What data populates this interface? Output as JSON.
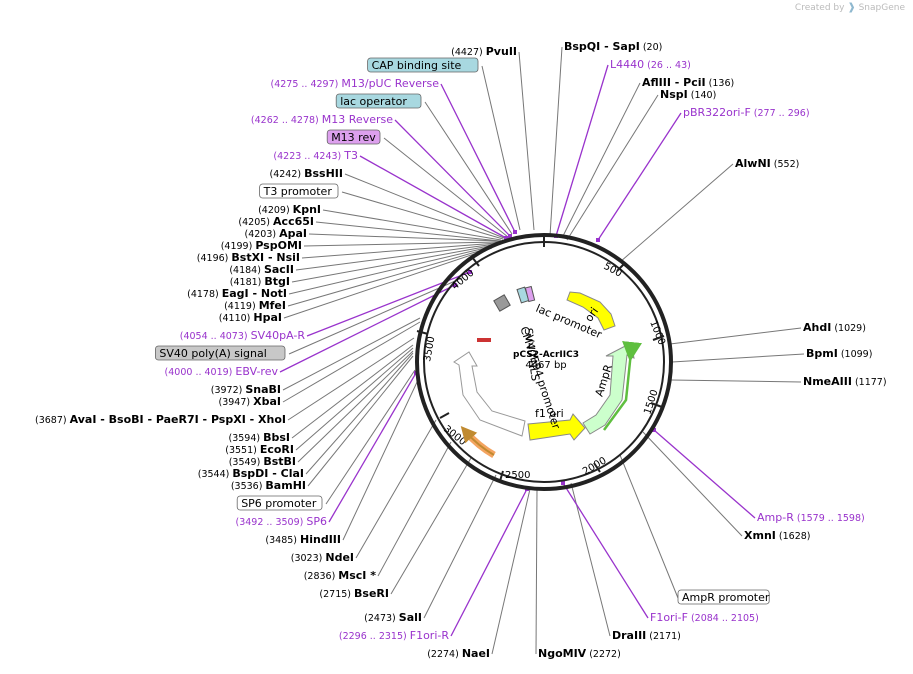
{
  "brand": {
    "created_by": "Created by",
    "app": "SnapGene"
  },
  "plasmid": {
    "name": "pCS2-AcrIIC3",
    "length": "4467 bp"
  },
  "colors": {
    "backbone": "#222222",
    "site_line": "#777777",
    "primer": "#9933cc",
    "ori": "#ffff00",
    "ampr": "#ccffcc",
    "promoter_fill": "#ffffff",
    "cap_box": "#a8d8e0",
    "lac_op_box": "#a8d8e0",
    "m13rev_box": "#dda0ee",
    "polyA_box": "#c8c8c8",
    "orange": "#f4a460"
  },
  "ticks": [
    "500",
    "1000",
    "1500",
    "2000",
    "2500",
    "3000",
    "3500",
    "4000"
  ],
  "features_inner": [
    {
      "label": "lac promoter"
    },
    {
      "label": "ori"
    },
    {
      "label": "AmpR"
    },
    {
      "label": "f1 ori"
    },
    {
      "label": "CMV IE94 promoter"
    },
    {
      "label": "SV40 NLS"
    }
  ],
  "labels": [
    {
      "kind": "site",
      "name": "PvuII",
      "pos": "(4427)"
    },
    {
      "kind": "box-cap",
      "name": "CAP binding site"
    },
    {
      "kind": "primer",
      "name": "M13/pUC Reverse",
      "pos": "(4275 .. 4297)"
    },
    {
      "kind": "box-lac",
      "name": "lac operator"
    },
    {
      "kind": "primer",
      "name": "M13 Reverse",
      "pos": "(4262 .. 4278)"
    },
    {
      "kind": "box-m13",
      "name": "M13 rev"
    },
    {
      "kind": "primer",
      "name": "T3",
      "pos": "(4223 .. 4243)"
    },
    {
      "kind": "site",
      "name": "BssHII",
      "pos": "(4242)"
    },
    {
      "kind": "box-white",
      "name": "T3 promoter"
    },
    {
      "kind": "site",
      "name": "KpnI",
      "pos": "(4209)"
    },
    {
      "kind": "site",
      "name": "Acc65I",
      "pos": "(4205)"
    },
    {
      "kind": "site",
      "name": "ApaI",
      "pos": "(4203)"
    },
    {
      "kind": "site",
      "name": "PspOMI",
      "pos": "(4199)"
    },
    {
      "kind": "site",
      "name": "BstXI - NsiI",
      "pos": "(4196)"
    },
    {
      "kind": "site",
      "name": "SacII",
      "pos": "(4184)"
    },
    {
      "kind": "site",
      "name": "BtgI",
      "pos": "(4181)"
    },
    {
      "kind": "site",
      "name": "EagI - NotI",
      "pos": "(4178)"
    },
    {
      "kind": "site",
      "name": "MfeI",
      "pos": "(4119)"
    },
    {
      "kind": "site",
      "name": "HpaI",
      "pos": "(4110)"
    },
    {
      "kind": "primer",
      "name": "SV40pA-R",
      "pos": "(4054 .. 4073)"
    },
    {
      "kind": "box-gray",
      "name": "SV40 poly(A) signal"
    },
    {
      "kind": "primer",
      "name": "EBV-rev",
      "pos": "(4000 .. 4019)"
    },
    {
      "kind": "site",
      "name": "SnaBI",
      "pos": "(3972)"
    },
    {
      "kind": "site",
      "name": "XbaI",
      "pos": "(3947)"
    },
    {
      "kind": "site",
      "name": "AvaI - BsoBI - PaeR7I - PspXI - XhoI",
      "pos": "(3687)"
    },
    {
      "kind": "site",
      "name": "BbsI",
      "pos": "(3594)"
    },
    {
      "kind": "site",
      "name": "EcoRI",
      "pos": "(3551)"
    },
    {
      "kind": "site",
      "name": "BstBI",
      "pos": "(3549)"
    },
    {
      "kind": "site",
      "name": "BspDI - ClaI",
      "pos": "(3544)"
    },
    {
      "kind": "site",
      "name": "BamHI",
      "pos": "(3536)"
    },
    {
      "kind": "box-white",
      "name": "SP6 promoter"
    },
    {
      "kind": "primer",
      "name": "SP6",
      "pos": "(3492 .. 3509)"
    },
    {
      "kind": "site",
      "name": "HindIII",
      "pos": "(3485)"
    },
    {
      "kind": "site",
      "name": "NdeI",
      "pos": "(3023)"
    },
    {
      "kind": "site",
      "name": "MscI *",
      "pos": "(2836)"
    },
    {
      "kind": "site",
      "name": "BseRI",
      "pos": "(2715)"
    },
    {
      "kind": "site",
      "name": "SalI",
      "pos": "(2473)"
    },
    {
      "kind": "primer",
      "name": "F1ori-R",
      "pos": "(2296 .. 2315)"
    },
    {
      "kind": "site",
      "name": "NaeI",
      "pos": "(2274)"
    },
    {
      "kind": "site",
      "name": "NgoMIV",
      "pos": "(2272)"
    },
    {
      "kind": "site",
      "name": "DraIII",
      "pos": "(2171)"
    },
    {
      "kind": "primer",
      "name": "F1ori-F",
      "pos": "(2084 .. 2105)"
    },
    {
      "kind": "box-white",
      "name": "AmpR promoter"
    },
    {
      "kind": "site",
      "name": "XmnI",
      "pos": "(1628)"
    },
    {
      "kind": "primer",
      "name": "Amp-R",
      "pos": "(1579 .. 1598)"
    },
    {
      "kind": "site",
      "name": "NmeAIII",
      "pos": "(1177)"
    },
    {
      "kind": "site",
      "name": "BpmI",
      "pos": "(1099)"
    },
    {
      "kind": "site",
      "name": "AhdI",
      "pos": "(1029)"
    },
    {
      "kind": "site",
      "name": "AlwNI",
      "pos": "(552)"
    },
    {
      "kind": "primer",
      "name": "pBR322ori-F",
      "pos": "(277 .. 296)"
    },
    {
      "kind": "site",
      "name": "NspI",
      "pos": "(140)"
    },
    {
      "kind": "site",
      "name": "AflIII - PciI",
      "pos": "(136)"
    },
    {
      "kind": "primer",
      "name": "L4440",
      "pos": "(26 .. 43)"
    },
    {
      "kind": "site",
      "name": "BspQI - SapI",
      "pos": "(20)"
    }
  ]
}
